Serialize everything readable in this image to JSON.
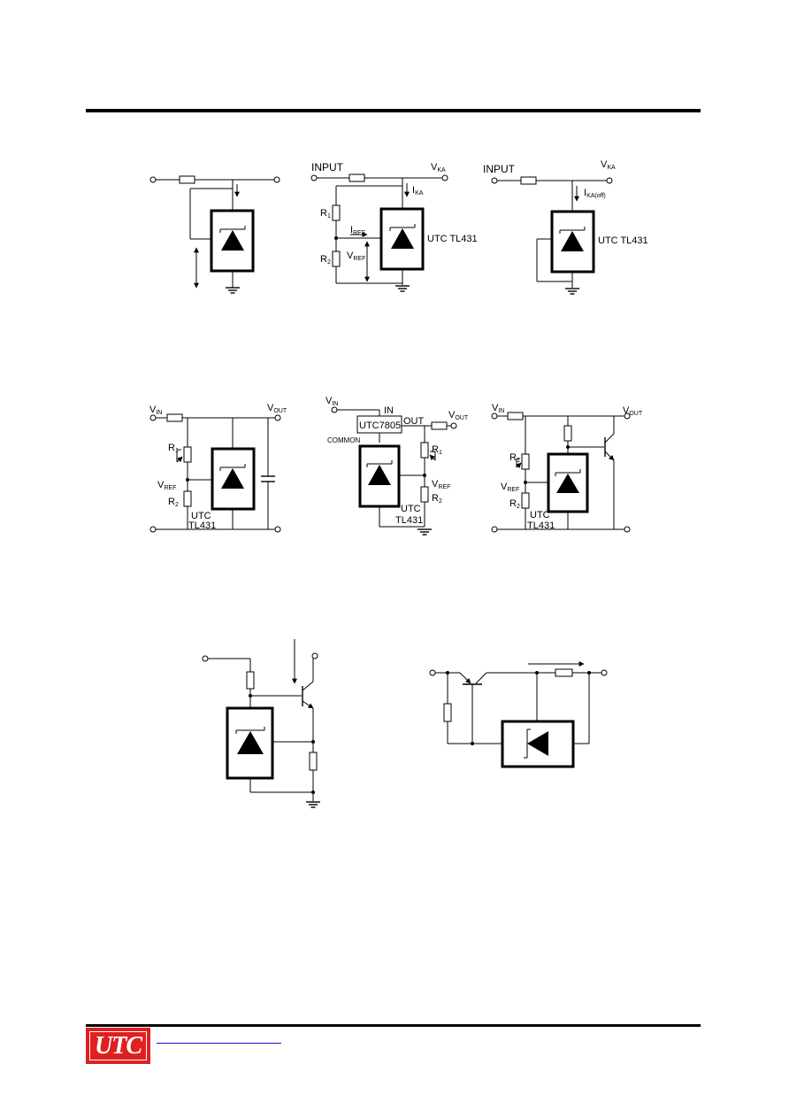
{
  "logo": {
    "text": "UTC",
    "colors": {
      "background": "#e02020",
      "text": "#ffffff"
    }
  },
  "footer": {
    "link_color": "#1010d0"
  },
  "circuits": {
    "c2": {
      "input": "INPUT",
      "vka": "V",
      "vka_sub": "KA",
      "ika": "I",
      "ika_sub": "KA",
      "r1": "R",
      "r1_sub": "1",
      "r2": "R",
      "r2_sub": "2",
      "iref": "I",
      "iref_sub": "REF",
      "vref": "V",
      "vref_sub": "REF",
      "part": "UTC TL431"
    },
    "c3": {
      "input": "INPUT",
      "vka": "V",
      "vka_sub": "KA",
      "ika": "I",
      "ika_sub": "KA(off)",
      "part": "UTC TL431"
    },
    "c4": {
      "vin": "V",
      "vin_sub": "IN",
      "vout": "V",
      "vout_sub": "OUT",
      "r1": "R",
      "r1_sub": "1",
      "r2": "R",
      "r2_sub": "2",
      "vref": "V",
      "vref_sub": "REF",
      "part_line1": "UTC",
      "part_line2": "TL431"
    },
    "c5": {
      "vin": "V",
      "vin_sub": "IN",
      "in": "IN",
      "out": "OUT",
      "vout": "V",
      "vout_sub": "OUT",
      "reg": "UTC7805",
      "common": "COMMON",
      "r1": "R",
      "r1_sub": "1",
      "vref": "V",
      "vref_sub": "REF",
      "r2": "R",
      "r2_sub": "2",
      "part_line1": "UTC",
      "part_line2": "TL431"
    },
    "c6": {
      "vin": "V",
      "vin_sub": "IN",
      "vout": "V",
      "vout_sub": "OUT",
      "r1": "R",
      "r1_sub": "1",
      "vref": "V",
      "vref_sub": "REF",
      "r2": "R",
      "r2_sub": "2",
      "part_line1": "UTC",
      "part_line2": "TL431"
    }
  }
}
